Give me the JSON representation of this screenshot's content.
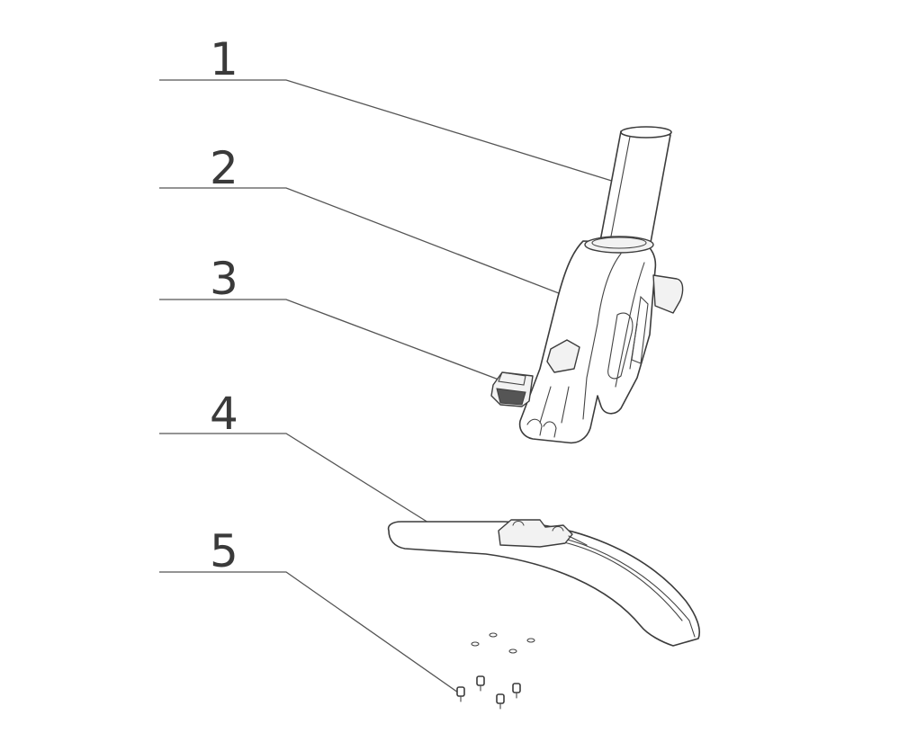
{
  "callouts": [
    {
      "number": "1",
      "part": "steering-tube"
    },
    {
      "number": "2",
      "part": "fork-body"
    },
    {
      "number": "3",
      "part": "fork-cap"
    },
    {
      "number": "4",
      "part": "mudguard"
    },
    {
      "number": "5",
      "part": "screws"
    }
  ],
  "colors": {
    "line": "#3c3c3c",
    "leader": "#555555",
    "background": "#ffffff"
  }
}
